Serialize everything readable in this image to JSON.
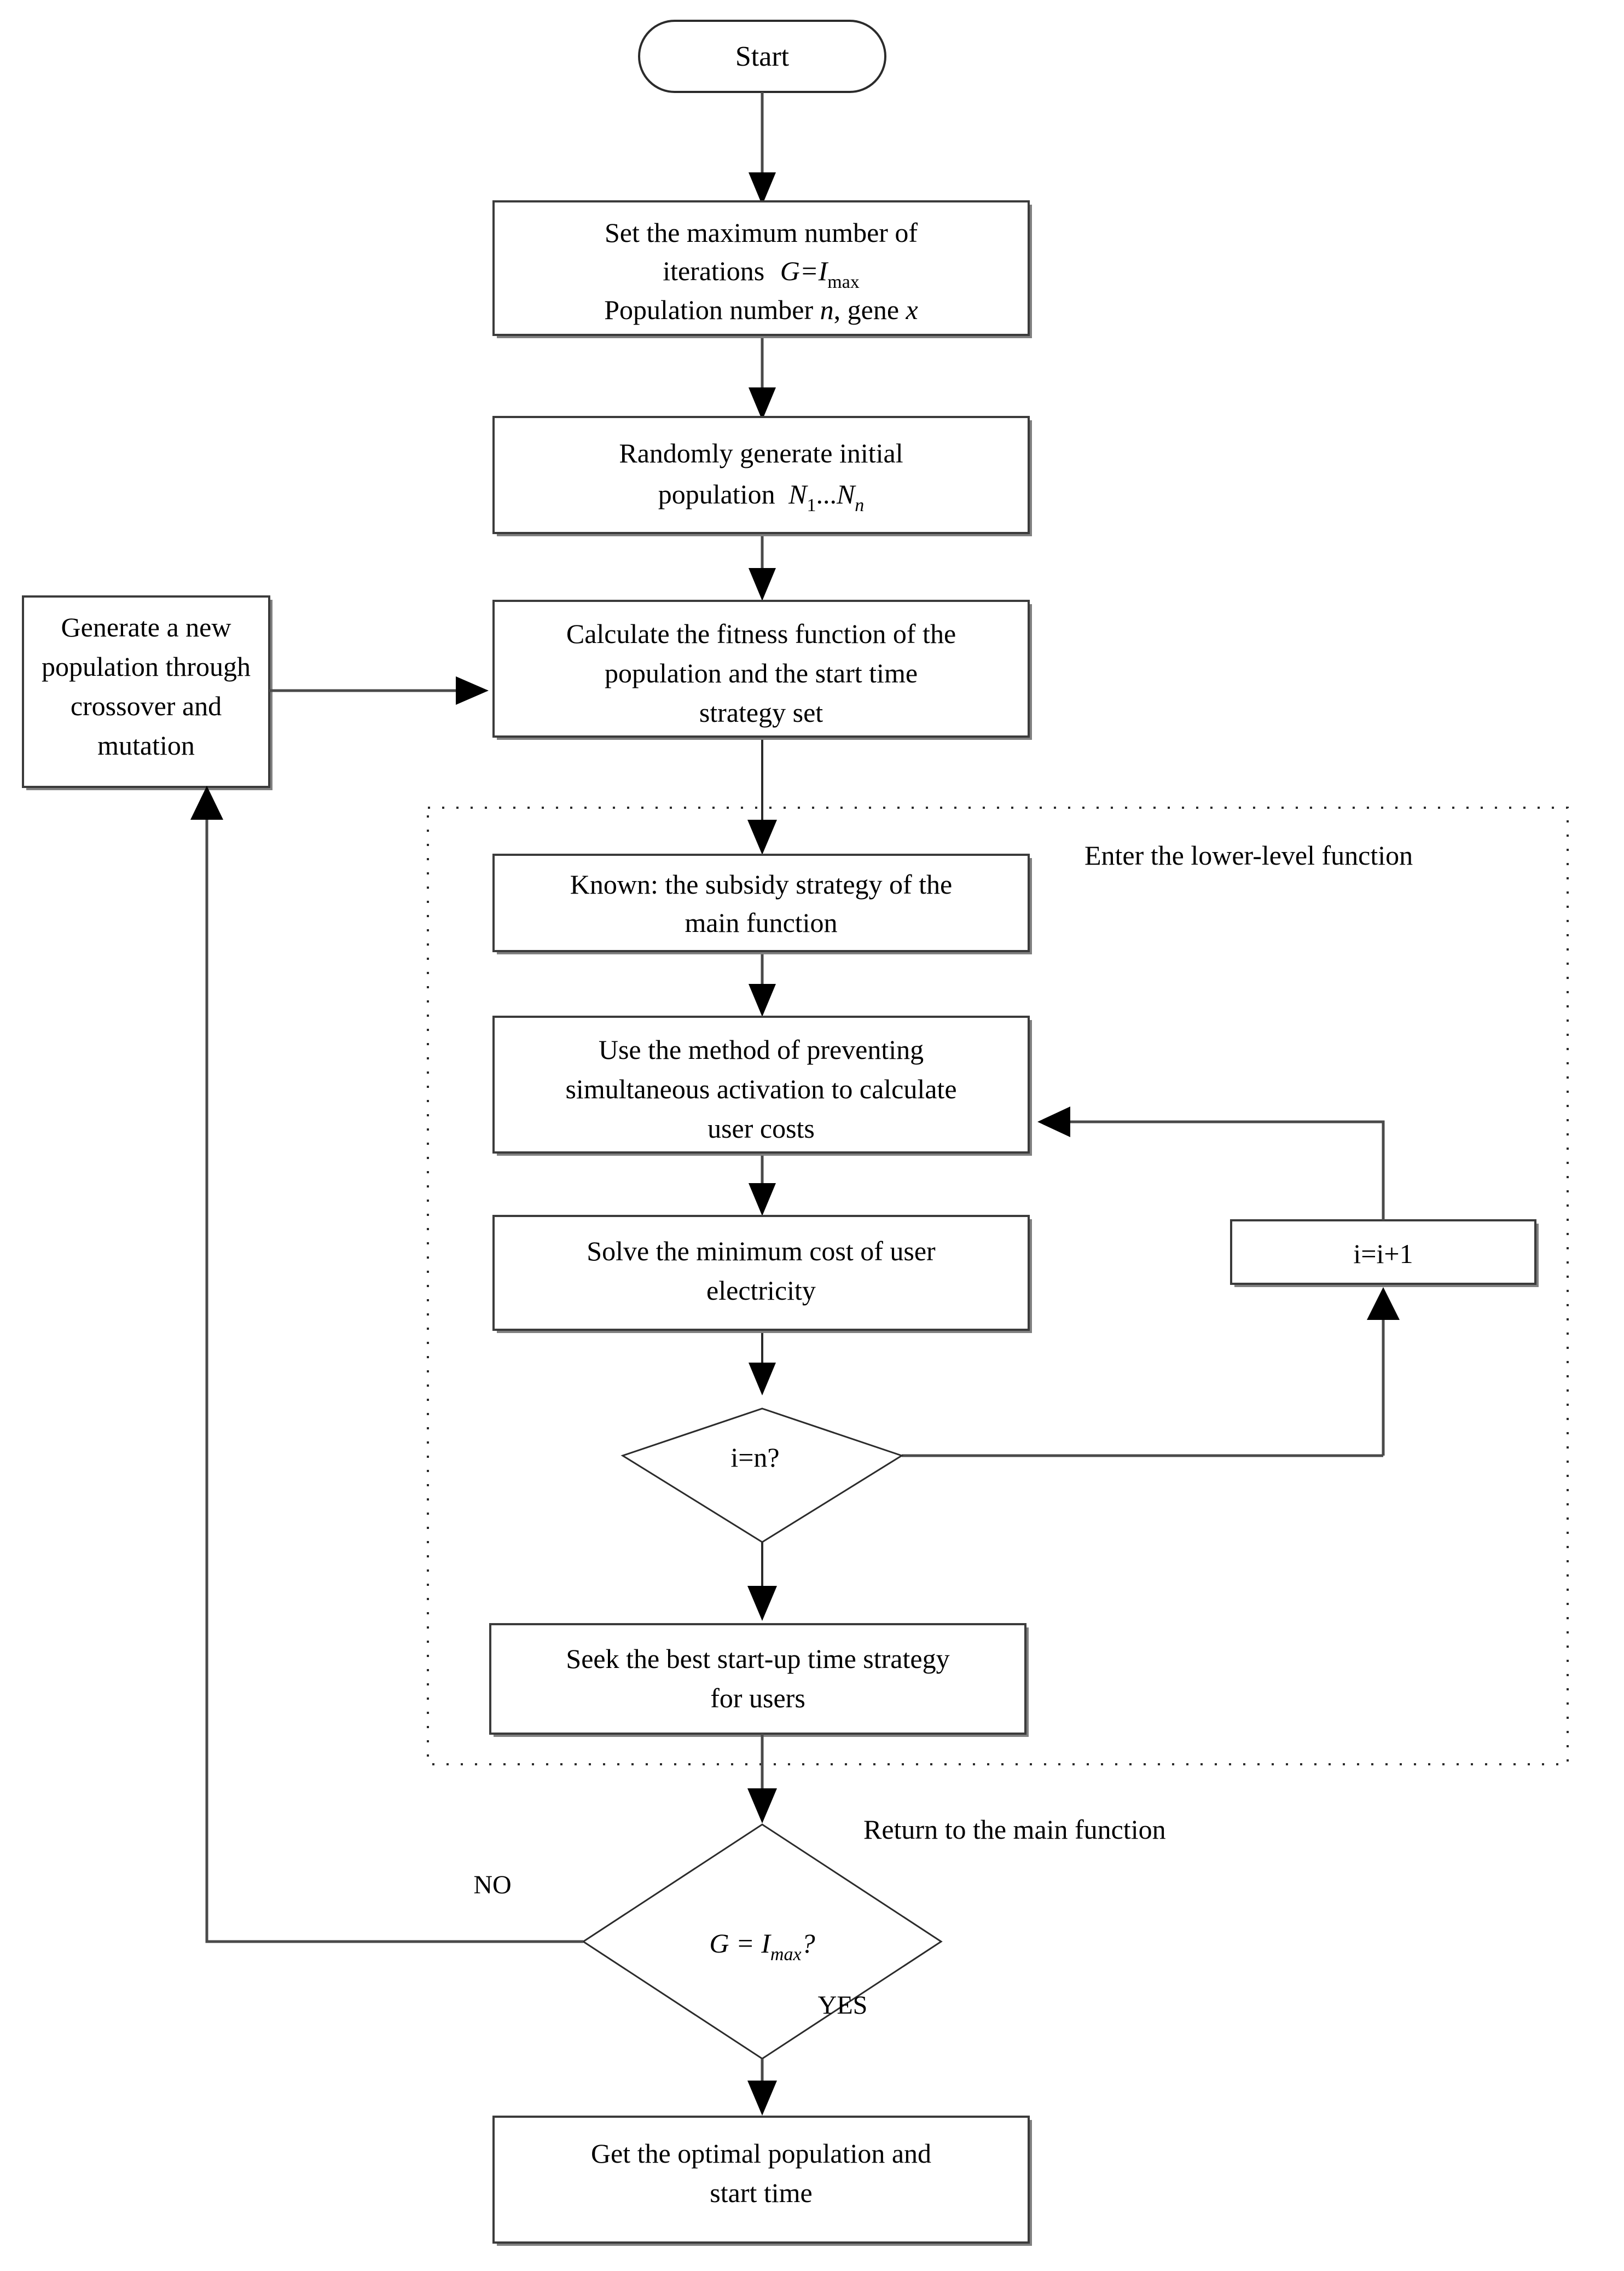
{
  "diagram": {
    "title": "Bi-level genetic algorithm flowchart",
    "nodes": {
      "start": {
        "label": "Start",
        "shape": "terminator"
      },
      "set_params": {
        "line1": "Set the maximum number of",
        "line2_pre": "iterations ",
        "line2_math": "G=I",
        "line2_sub": "max",
        "line3_pre": "Population number ",
        "line3_var1": "n",
        "line3_mid": ", gene ",
        "line3_var2": "x",
        "shape": "process"
      },
      "init_population": {
        "line1": "Randomly generate initial",
        "line2_pre": "population ",
        "line2_varN1": "N",
        "line2_sub1": "1",
        "line2_dots": "...",
        "line2_varN2": "N",
        "line2_sub2": "n",
        "shape": "process"
      },
      "new_population": {
        "line1": "Generate a new",
        "line2": "population through",
        "line3": "crossover and",
        "line4": "mutation",
        "shape": "process"
      },
      "fitness": {
        "line1": "Calculate the fitness function of the",
        "line2": "population and the start time",
        "line3": "strategy set",
        "shape": "process"
      },
      "known_subsidy": {
        "line1": "Known: the subsidy strategy of the",
        "line2": "main function",
        "shape": "process"
      },
      "prevent_simultaneous": {
        "line1": "Use the method of preventing",
        "line2": "simultaneous activation to calculate",
        "line3": "user costs",
        "shape": "process"
      },
      "min_cost": {
        "line1": "Solve the minimum cost of user",
        "line2": "electricity",
        "shape": "process"
      },
      "increment": {
        "label": "i=i+1",
        "shape": "process"
      },
      "decision_in": {
        "label": "i=n?",
        "shape": "decision"
      },
      "best_startup": {
        "line1": "Seek the best start-up time strategy",
        "line2": "for users",
        "shape": "process"
      },
      "decision_out": {
        "pre": "G = I",
        "sub": "max",
        "post": "?",
        "shape": "decision"
      },
      "optimal": {
        "line1": "Get the optimal population and",
        "line2": "start time",
        "shape": "process"
      }
    },
    "group_label": "Enter the lower-level function",
    "return_label": "Return to the main function",
    "edge_labels": {
      "no": "NO",
      "yes": "YES"
    },
    "colors": {
      "background": "#ffffff",
      "stroke": "#2b2b2b",
      "connector": "#4a4a4a",
      "shadow": "#808080",
      "text": "#000000"
    }
  }
}
